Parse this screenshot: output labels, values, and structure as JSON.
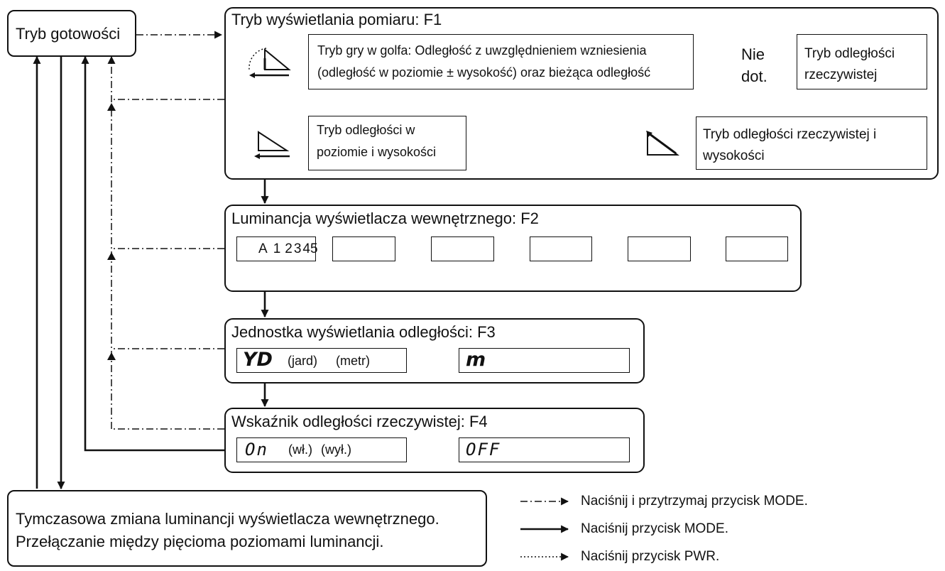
{
  "standby": {
    "label": "Tryb gotowości"
  },
  "f1": {
    "title": "Tryb wyświetlania pomiaru: F1",
    "golf_mode": "Tryb gry w golfa: Odległość z uwzględnieniem wzniesienia (odległość w poziomie ± wysokość) oraz bieżąca odległość",
    "golf_mode_line1": "Tryb gry w golfa: Odległość z uwzględnieniem wzniesienia",
    "golf_mode_line2": "(odległość w poziomie ± wysokość) oraz bieżąca odległość",
    "na_line1": "Nie",
    "na_line2": "dot.",
    "actual_line1": "Tryb odległości",
    "actual_line2": "rzeczywistej",
    "actual_height_line1": "Tryb odległości rzeczywistej i",
    "actual_height_line2": "wysokości",
    "horizontal_height_line1": "Tryb odległości w",
    "horizontal_height_line2": "poziomie i wysokości",
    "icons": [
      "golf-slope-icon",
      "horizontal-height-icon",
      "actual-height-icon"
    ]
  },
  "f2": {
    "title": "Luminancja wyświetlacza wewnętrznego: F2",
    "levels": [
      "A",
      "1",
      "2",
      "3",
      "4",
      "5"
    ]
  },
  "f3": {
    "title": "Jednostka wyświetlania odległości: F3",
    "yard_symbol": "YD",
    "yard_label": "(jard)",
    "meter_label": "(metr)",
    "meter_symbol": "m"
  },
  "f4": {
    "title": "Wskaźnik odległości rzeczywistej: F4",
    "on_symbol": "On",
    "on_label": "(wł.)",
    "off_label": "(wył.)",
    "off_symbol": "OFF"
  },
  "temporary": {
    "line1": "Tymczasowa zmiana luminancji wyświetlacza wewnętrznego.",
    "line2": "Przełączanie między pięcioma poziomami luminancji."
  },
  "legend": [
    {
      "style": "dash-dot",
      "label": "Naciśnij i przytrzymaj przycisk MODE."
    },
    {
      "style": "solid",
      "label": "Naciśnij przycisk MODE."
    },
    {
      "style": "dotted",
      "label": "Naciśnij przycisk PWR."
    }
  ]
}
